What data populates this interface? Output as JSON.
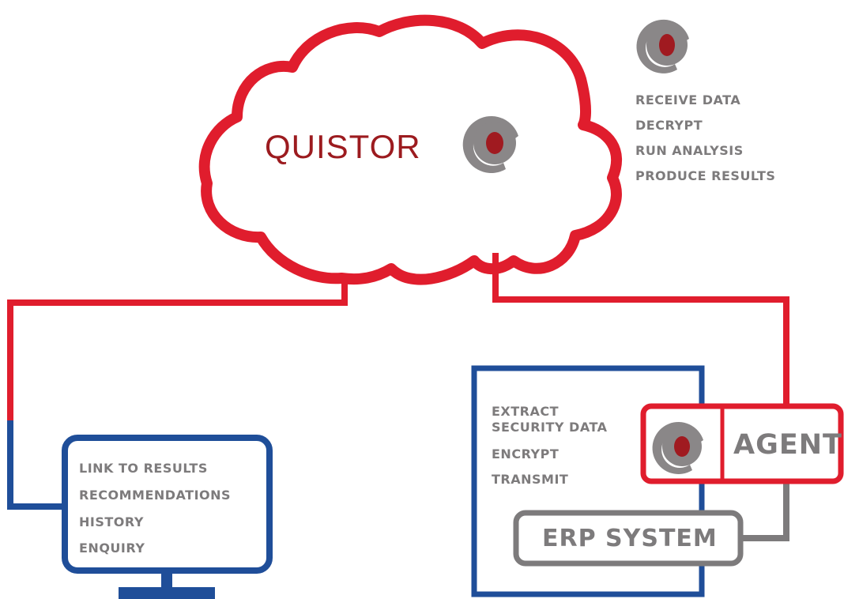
{
  "colors": {
    "red": "#e01d2d",
    "blue": "#1f4e99",
    "gray": "#7d7b7c",
    "dark_red": "#9c1b1f"
  },
  "icons": {
    "cloud": "cloud-icon",
    "q_logo": "quistor-q-logo-icon",
    "monitor": "monitor-icon"
  },
  "cloud": {
    "title": "QUISTOR"
  },
  "server_steps": [
    "RECEIVE DATA",
    "DECRYPT",
    "RUN ANALYSIS",
    "PRODUCE RESULTS"
  ],
  "client_items": [
    "LINK TO RESULTS",
    "RECOMMENDATIONS",
    "HISTORY",
    "ENQUIRY"
  ],
  "agent_steps": [
    "EXTRACT",
    "SECURITY DATA",
    "ENCRYPT",
    "TRANSMIT"
  ],
  "agent": {
    "label": "AGENT"
  },
  "erp": {
    "label": "ERP SYSTEM"
  }
}
